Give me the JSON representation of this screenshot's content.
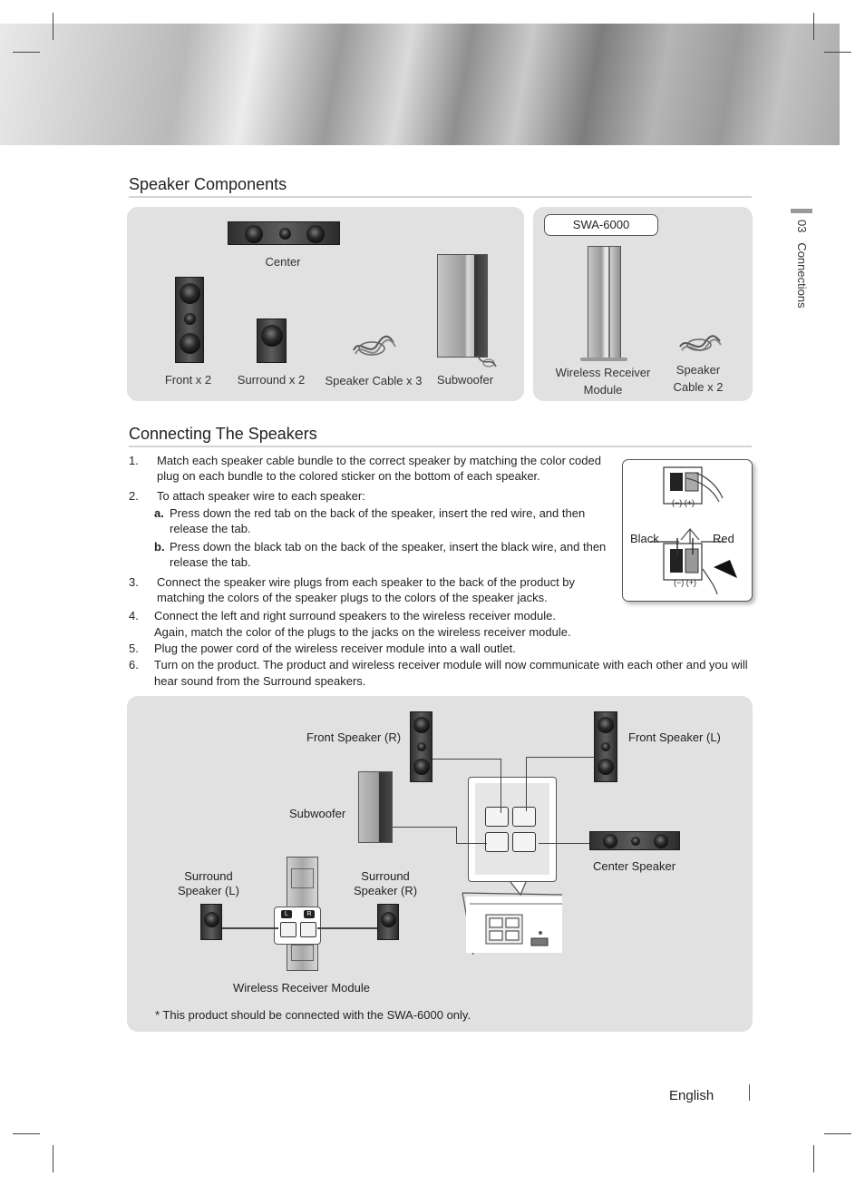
{
  "side_tab": {
    "number": "03",
    "label": "Connections"
  },
  "speaker_components": {
    "title": "Speaker Components",
    "items": [
      {
        "label": "Center"
      },
      {
        "label": "Front x 2"
      },
      {
        "label": "Surround x 2"
      },
      {
        "label": "Speaker Cable x 3"
      },
      {
        "label": "Subwoofer"
      }
    ],
    "wireless_kit": {
      "model": "SWA-6000",
      "items": [
        {
          "label_line1": "Wireless Receiver",
          "label_line2": "Module"
        },
        {
          "label_line1": "Speaker",
          "label_line2": "Cable x 2"
        }
      ]
    }
  },
  "connecting": {
    "title": "Connecting The Speakers",
    "steps": [
      {
        "num": "1.",
        "lines": [
          "Match each speaker cable bundle to the correct speaker by matching the color coded",
          "plug on each bundle to the colored sticker on the bottom of each speaker."
        ]
      },
      {
        "num": "2.",
        "lines": [
          "To attach speaker wire to each speaker:"
        ]
      },
      {
        "num": "a.",
        "lines": [
          "Press down the red tab on the back of the speaker, insert the red wire, and then",
          "release the tab."
        ]
      },
      {
        "num": "b.",
        "lines": [
          "Press down the black tab on the back of the speaker, insert the black wire, and then",
          "release the tab."
        ]
      },
      {
        "num": "3.",
        "lines": [
          "Connect the speaker wire plugs from each speaker to the back of the product by",
          "matching the colors of the speaker plugs to the colors of the speaker jacks."
        ]
      },
      {
        "num": "4.",
        "lines": [
          "Connect the left and right surround speakers to the wireless receiver module.",
          "Again, match the color of the plugs to the jacks on the wireless receiver module."
        ]
      },
      {
        "num": "5.",
        "lines": [
          "Plug the power cord of the wireless receiver module into a wall outlet."
        ]
      },
      {
        "num": "6.",
        "lines": [
          "Turn on the product. The product and wireless receiver module will now communicate with each other and you will",
          "hear sound from the Surround speakers."
        ]
      }
    ],
    "inset": {
      "polarity_top": "(−) (+)",
      "polarity_bottom": "(−) (+)",
      "black": "Black",
      "red": "Red"
    }
  },
  "diagram": {
    "front_r": "Front Speaker (R)",
    "front_l": "Front Speaker (L)",
    "subwoofer": "Subwoofer",
    "center": "Center Speaker",
    "surround_l_1": "Surround",
    "surround_l_2": "Speaker (L)",
    "surround_r_1": "Surround",
    "surround_r_2": "Speaker (R)",
    "wireless_module": "Wireless Receiver Module",
    "jack_l": "L",
    "jack_r": "R",
    "footnote": "* This product should be connected with the SWA-6000 only."
  },
  "footer": {
    "language": "English"
  }
}
